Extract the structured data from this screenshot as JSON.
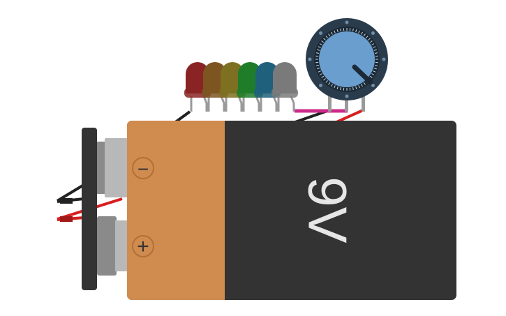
{
  "battery": {
    "voltage_label": "9V",
    "minus_symbol": "−",
    "plus_symbol": "+",
    "copper_color": "#d08b4f",
    "body_color": "#333333"
  },
  "leds": [
    {
      "name": "red",
      "color": "#8a2424"
    },
    {
      "name": "orange",
      "color": "#7d5520"
    },
    {
      "name": "yellow",
      "color": "#7d7020"
    },
    {
      "name": "green",
      "color": "#1f7d2a"
    },
    {
      "name": "blue",
      "color": "#1f607d"
    },
    {
      "name": "white",
      "color": "#7a7a7a"
    }
  ],
  "potentiometer": {
    "knob_color": "#6a9ecf",
    "ring_color": "#2a3c4c"
  },
  "wires": {
    "black": "#222222",
    "red": "#d81e1e",
    "magenta": "#cc2a8a"
  }
}
